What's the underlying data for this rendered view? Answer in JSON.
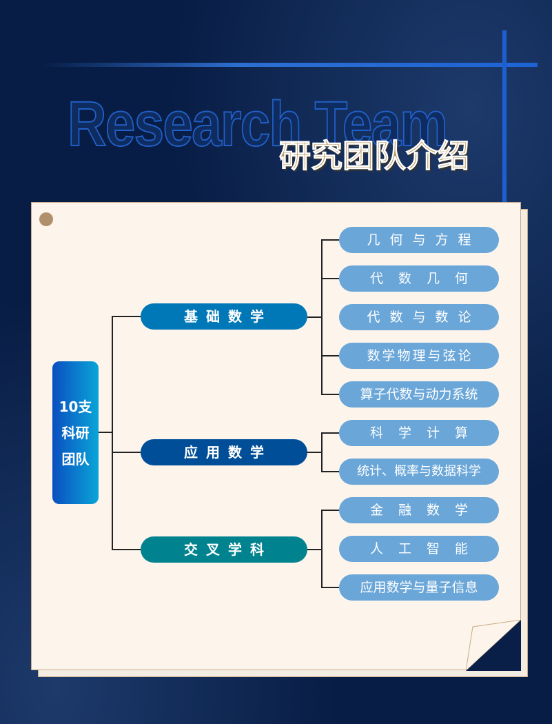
{
  "header": {
    "title_en": "Research Team",
    "title_cn": "研究团队介绍"
  },
  "root": {
    "lines": [
      "10支",
      "科研",
      "团队"
    ]
  },
  "categories": [
    {
      "label": "基础数学",
      "color": "#0077b6",
      "items": [
        "几何与方程",
        "代数几何",
        "代数与数论",
        "数学物理与弦论",
        "算子代数与动力系统"
      ]
    },
    {
      "label": "应用数学",
      "color": "#004e98",
      "items": [
        "科学计算",
        "统计、概率与数据科学"
      ]
    },
    {
      "label": "交叉学科",
      "color": "#00838f",
      "items": [
        "金融数学",
        "人工智能",
        "应用数学与量子信息"
      ]
    }
  ]
}
